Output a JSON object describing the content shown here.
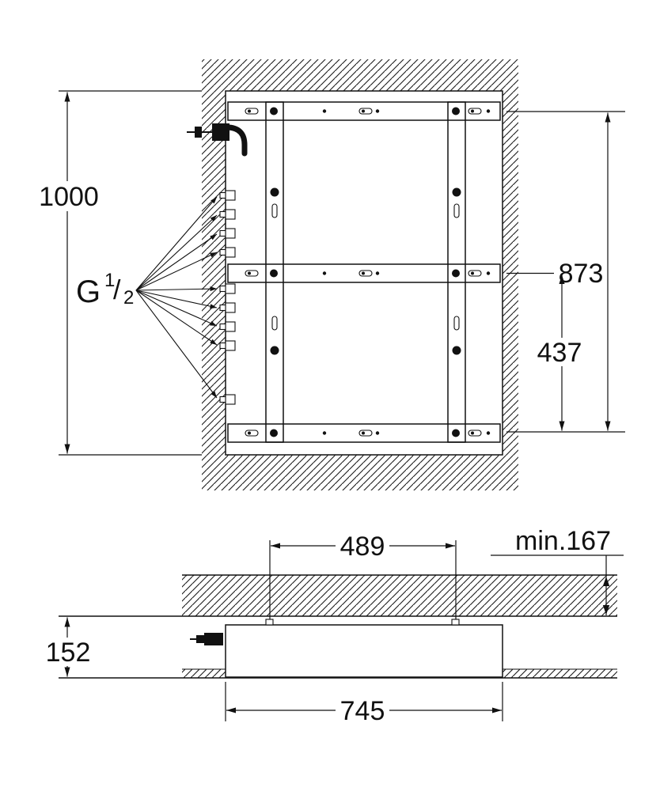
{
  "drawing": {
    "front_view": {
      "dim_total_height": "1000",
      "dim_rail_span": "873",
      "dim_lower_rail_span": "437",
      "thread_label": {
        "base": "G",
        "numerator": "1",
        "slash": "/",
        "denominator": "2"
      }
    },
    "side_view": {
      "dim_anchor_spacing": "489",
      "dim_min_clearance": "min.167",
      "dim_depth": "152",
      "dim_width": "745"
    }
  }
}
